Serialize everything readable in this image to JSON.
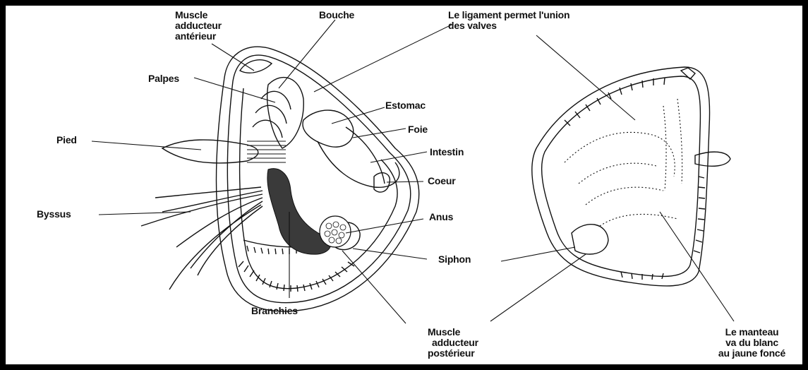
{
  "labels": {
    "muscle_anterior": [
      "Muscle",
      "adducteur",
      "antérieur"
    ],
    "bouche": "Bouche",
    "ligament": [
      "Le ligament permet l'union",
      "des valves"
    ],
    "palpes": "Palpes",
    "estomac": "Estomac",
    "foie": "Foie",
    "pied": "Pied",
    "intestin": "Intestin",
    "coeur": "Coeur",
    "byssus": "Byssus",
    "anus": "Anus",
    "siphon": "Siphon",
    "branchies": "Branchies",
    "muscle_posterior": [
      "Muscle",
      "adducteur",
      "postérieur"
    ],
    "manteau": [
      "Le manteau",
      "va du blanc",
      "au jaune foncé"
    ]
  },
  "colors": {
    "background": "#ffffff",
    "frame": "#000000",
    "ink": "#111111",
    "gill": "#3a3a3a"
  }
}
